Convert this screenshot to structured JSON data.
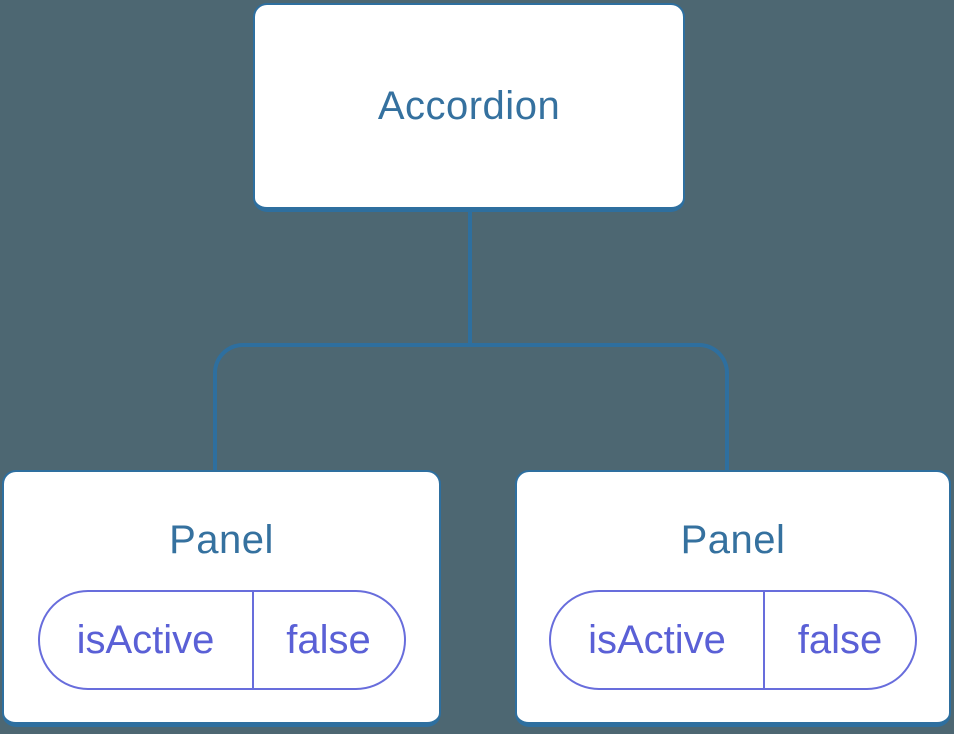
{
  "colors": {
    "background": "#4D6772",
    "node_border_blue": "#2E6F9F",
    "node_text_blue": "#35719F",
    "pill_border_purple": "#686DDC",
    "pill_text_purple": "#5A60D6",
    "node_fill": "#FFFFFF"
  },
  "tree": {
    "root_label": "Accordion",
    "panels": [
      {
        "title": "Panel",
        "prop_name": "isActive",
        "prop_value": "false"
      },
      {
        "title": "Panel",
        "prop_name": "isActive",
        "prop_value": "false"
      }
    ]
  }
}
